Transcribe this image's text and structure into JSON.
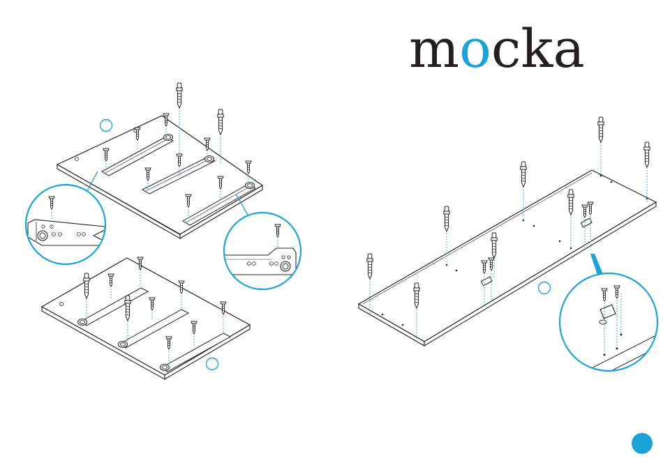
{
  "brand": {
    "logo_text": "mocka",
    "accent_color": "#1aa3d9",
    "ink_color": "#231f20"
  },
  "figure": {
    "panels": [
      {
        "name": "top-left-panel",
        "rails": 3,
        "callout": "hinge-bracket-left"
      },
      {
        "name": "bottom-left-panel",
        "rails": 3
      },
      {
        "name": "right-long-panel",
        "callout": "cam-block-detail"
      }
    ],
    "step_markers": [
      "step-marker-a",
      "step-marker-b",
      "step-marker-c"
    ],
    "page_badge": ""
  }
}
